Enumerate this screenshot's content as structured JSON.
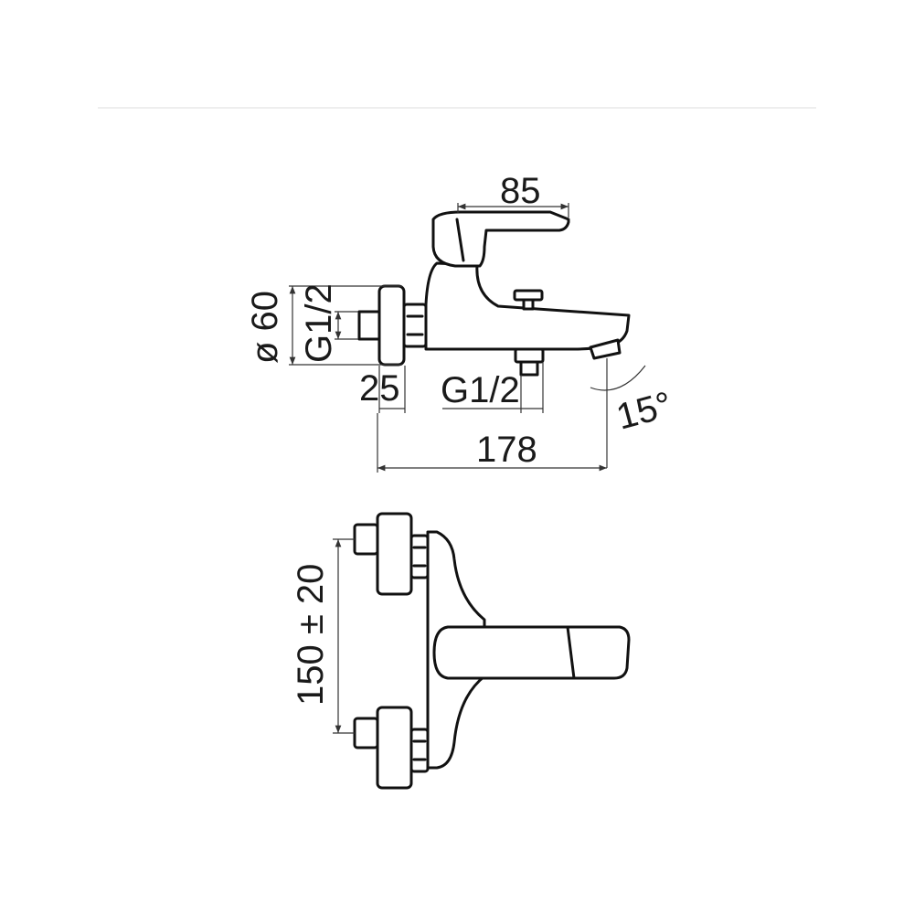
{
  "dimensions": {
    "top_width": "85",
    "diameter": "ø 60",
    "wall_thread": "G1/2",
    "wall_offset": "25",
    "outlet_thread": "G1/2",
    "spout_angle": "15°",
    "total_length": "178",
    "center_distance": "150 ± 20"
  }
}
